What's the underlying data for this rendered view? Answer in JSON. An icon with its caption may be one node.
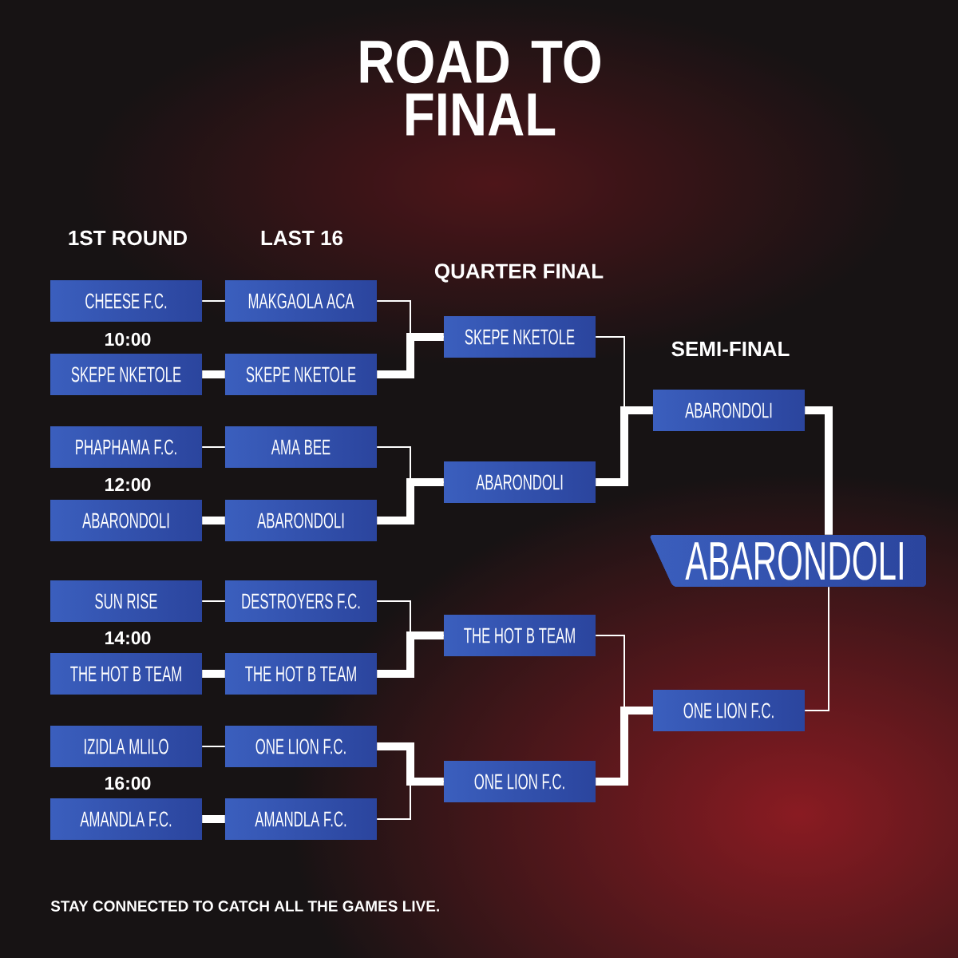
{
  "diagram": {
    "title": "ROAD TO FINAL",
    "nodes": [
      {
        "text": [
          "CHEESE F.C."
        ]
      },
      {
        "text": [
          "SKEPE NKETOLE"
        ]
      },
      {
        "text": [
          "PHAPHAMA F.C."
        ]
      },
      {
        "text": [
          "ABARONDOLI"
        ]
      },
      {
        "text": [
          "SUN RISE"
        ]
      },
      {
        "text": [
          "THE HOT B TEAM"
        ]
      },
      {
        "text": [
          "IZIDLA MLILO"
        ]
      },
      {
        "text": [
          "AMANDLA F.C."
        ]
      },
      {
        "text": [
          "MAKGAOLA ACA"
        ]
      },
      {
        "text": [
          "SKEPE NKETOLE"
        ]
      },
      {
        "text": [
          "AMA BEE"
        ]
      },
      {
        "text": [
          "ABARONDOLI"
        ]
      },
      {
        "text": [
          "DESTROYERS F.C."
        ]
      },
      {
        "text": [
          "THE HOT B TEAM"
        ]
      },
      {
        "text": [
          "ONE LION F.C."
        ]
      },
      {
        "text": [
          "AMANDLA F.C."
        ]
      },
      {
        "text": [
          "SKEPE NKETOLE"
        ]
      },
      {
        "text": [
          "ABARONDOLI"
        ]
      },
      {
        "text": [
          "THE HOT B TEAM"
        ]
      },
      {
        "text": [
          "ONE LION F.C."
        ]
      },
      {
        "text": [
          "ABARONDOLI"
        ]
      },
      {
        "text": [
          "ONE LION F.C."
        ]
      },
      {
        "text": [
          "ABARONDOLI"
        ]
      }
    ],
    "edges": [
      {
        "from": 0,
        "to": 8,
        "arrow": "none"
      },
      {
        "from": 1,
        "to": 9,
        "arrow": "none",
        "style": "thick"
      },
      {
        "from": 2,
        "to": 10,
        "arrow": "none"
      },
      {
        "from": 3,
        "to": 11,
        "arrow": "none",
        "style": "thick"
      },
      {
        "from": 4,
        "to": 12,
        "arrow": "none"
      },
      {
        "from": 5,
        "to": 13,
        "arrow": "none",
        "style": "thick"
      },
      {
        "from": 6,
        "to": 14,
        "arrow": "none"
      },
      {
        "from": 7,
        "to": 15,
        "arrow": "none",
        "style": "thick"
      },
      {
        "from": 8,
        "to": 16,
        "arrow": "none"
      },
      {
        "from": 9,
        "to": 16,
        "arrow": "none",
        "style": "thick"
      },
      {
        "from": 10,
        "to": 17,
        "arrow": "none"
      },
      {
        "from": 11,
        "to": 17,
        "arrow": "none",
        "style": "thick"
      },
      {
        "from": 12,
        "to": 18,
        "arrow": "none"
      },
      {
        "from": 13,
        "to": 18,
        "arrow": "none",
        "style": "thick"
      },
      {
        "from": 14,
        "to": 19,
        "arrow": "none",
        "style": "thick"
      },
      {
        "from": 15,
        "to": 19,
        "arrow": "none"
      },
      {
        "from": 16,
        "to": 20,
        "arrow": "none"
      },
      {
        "from": 17,
        "to": 20,
        "arrow": "none",
        "style": "thick"
      },
      {
        "from": 18,
        "to": 21,
        "arrow": "none"
      },
      {
        "from": 19,
        "to": 21,
        "arrow": "none",
        "style": "thick"
      },
      {
        "from": 20,
        "to": 22,
        "arrow": "none",
        "style": "thick"
      },
      {
        "from": 21,
        "to": 22,
        "arrow": "none"
      }
    ],
    "labels": [
      "1ST ROUND",
      "LAST 16",
      "QUARTER FINAL",
      "10:00",
      "SEMI-FINAL",
      "12:00",
      "14:00",
      "16:00",
      "STAY CONNECTED TO CATCH ALL THE GAMES LIVE."
    ]
  }
}
